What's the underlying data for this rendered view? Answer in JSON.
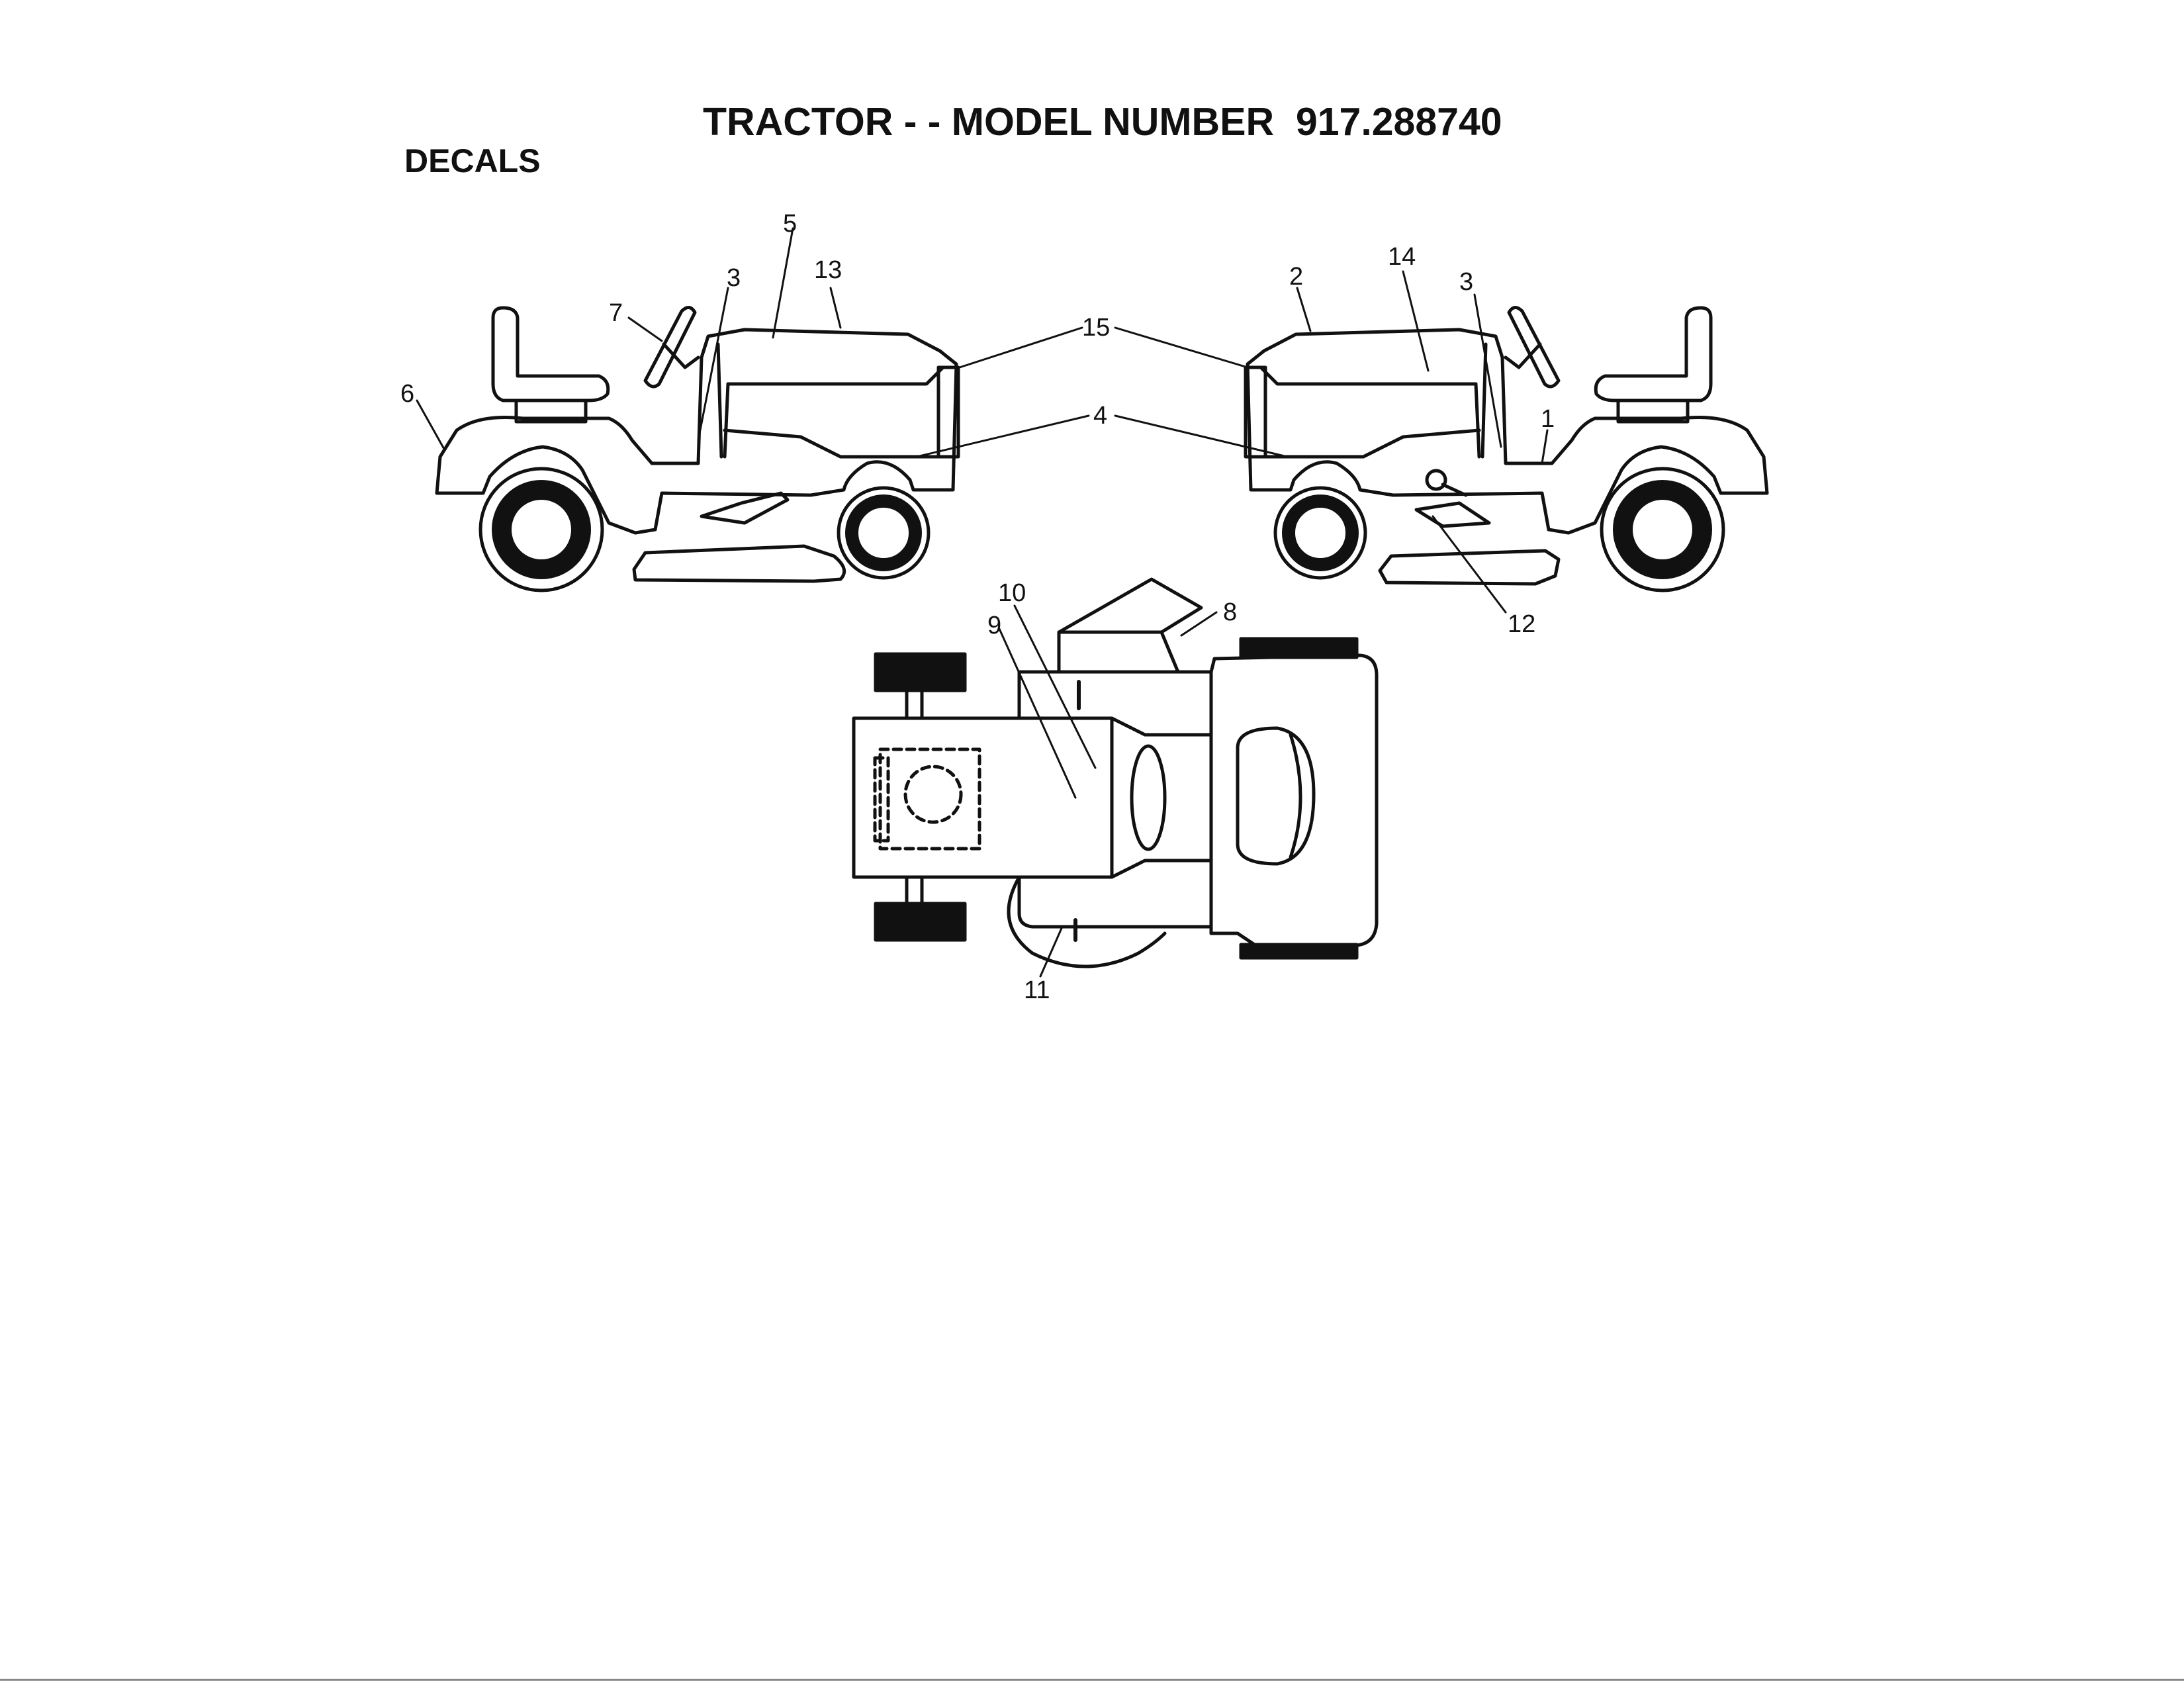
{
  "header": {
    "title": "TRACTOR - - MODEL NUMBER  917.288740",
    "section": "DECALS"
  },
  "callouts": {
    "c1": "1",
    "c2": "2",
    "c3_left": "3",
    "c3_right": "3",
    "c4": "4",
    "c5": "5",
    "c6": "6",
    "c7": "7",
    "c8": "8",
    "c9": "9",
    "c10": "10",
    "c11": "11",
    "c12": "12",
    "c13": "13",
    "c14": "14",
    "c15": "15"
  }
}
